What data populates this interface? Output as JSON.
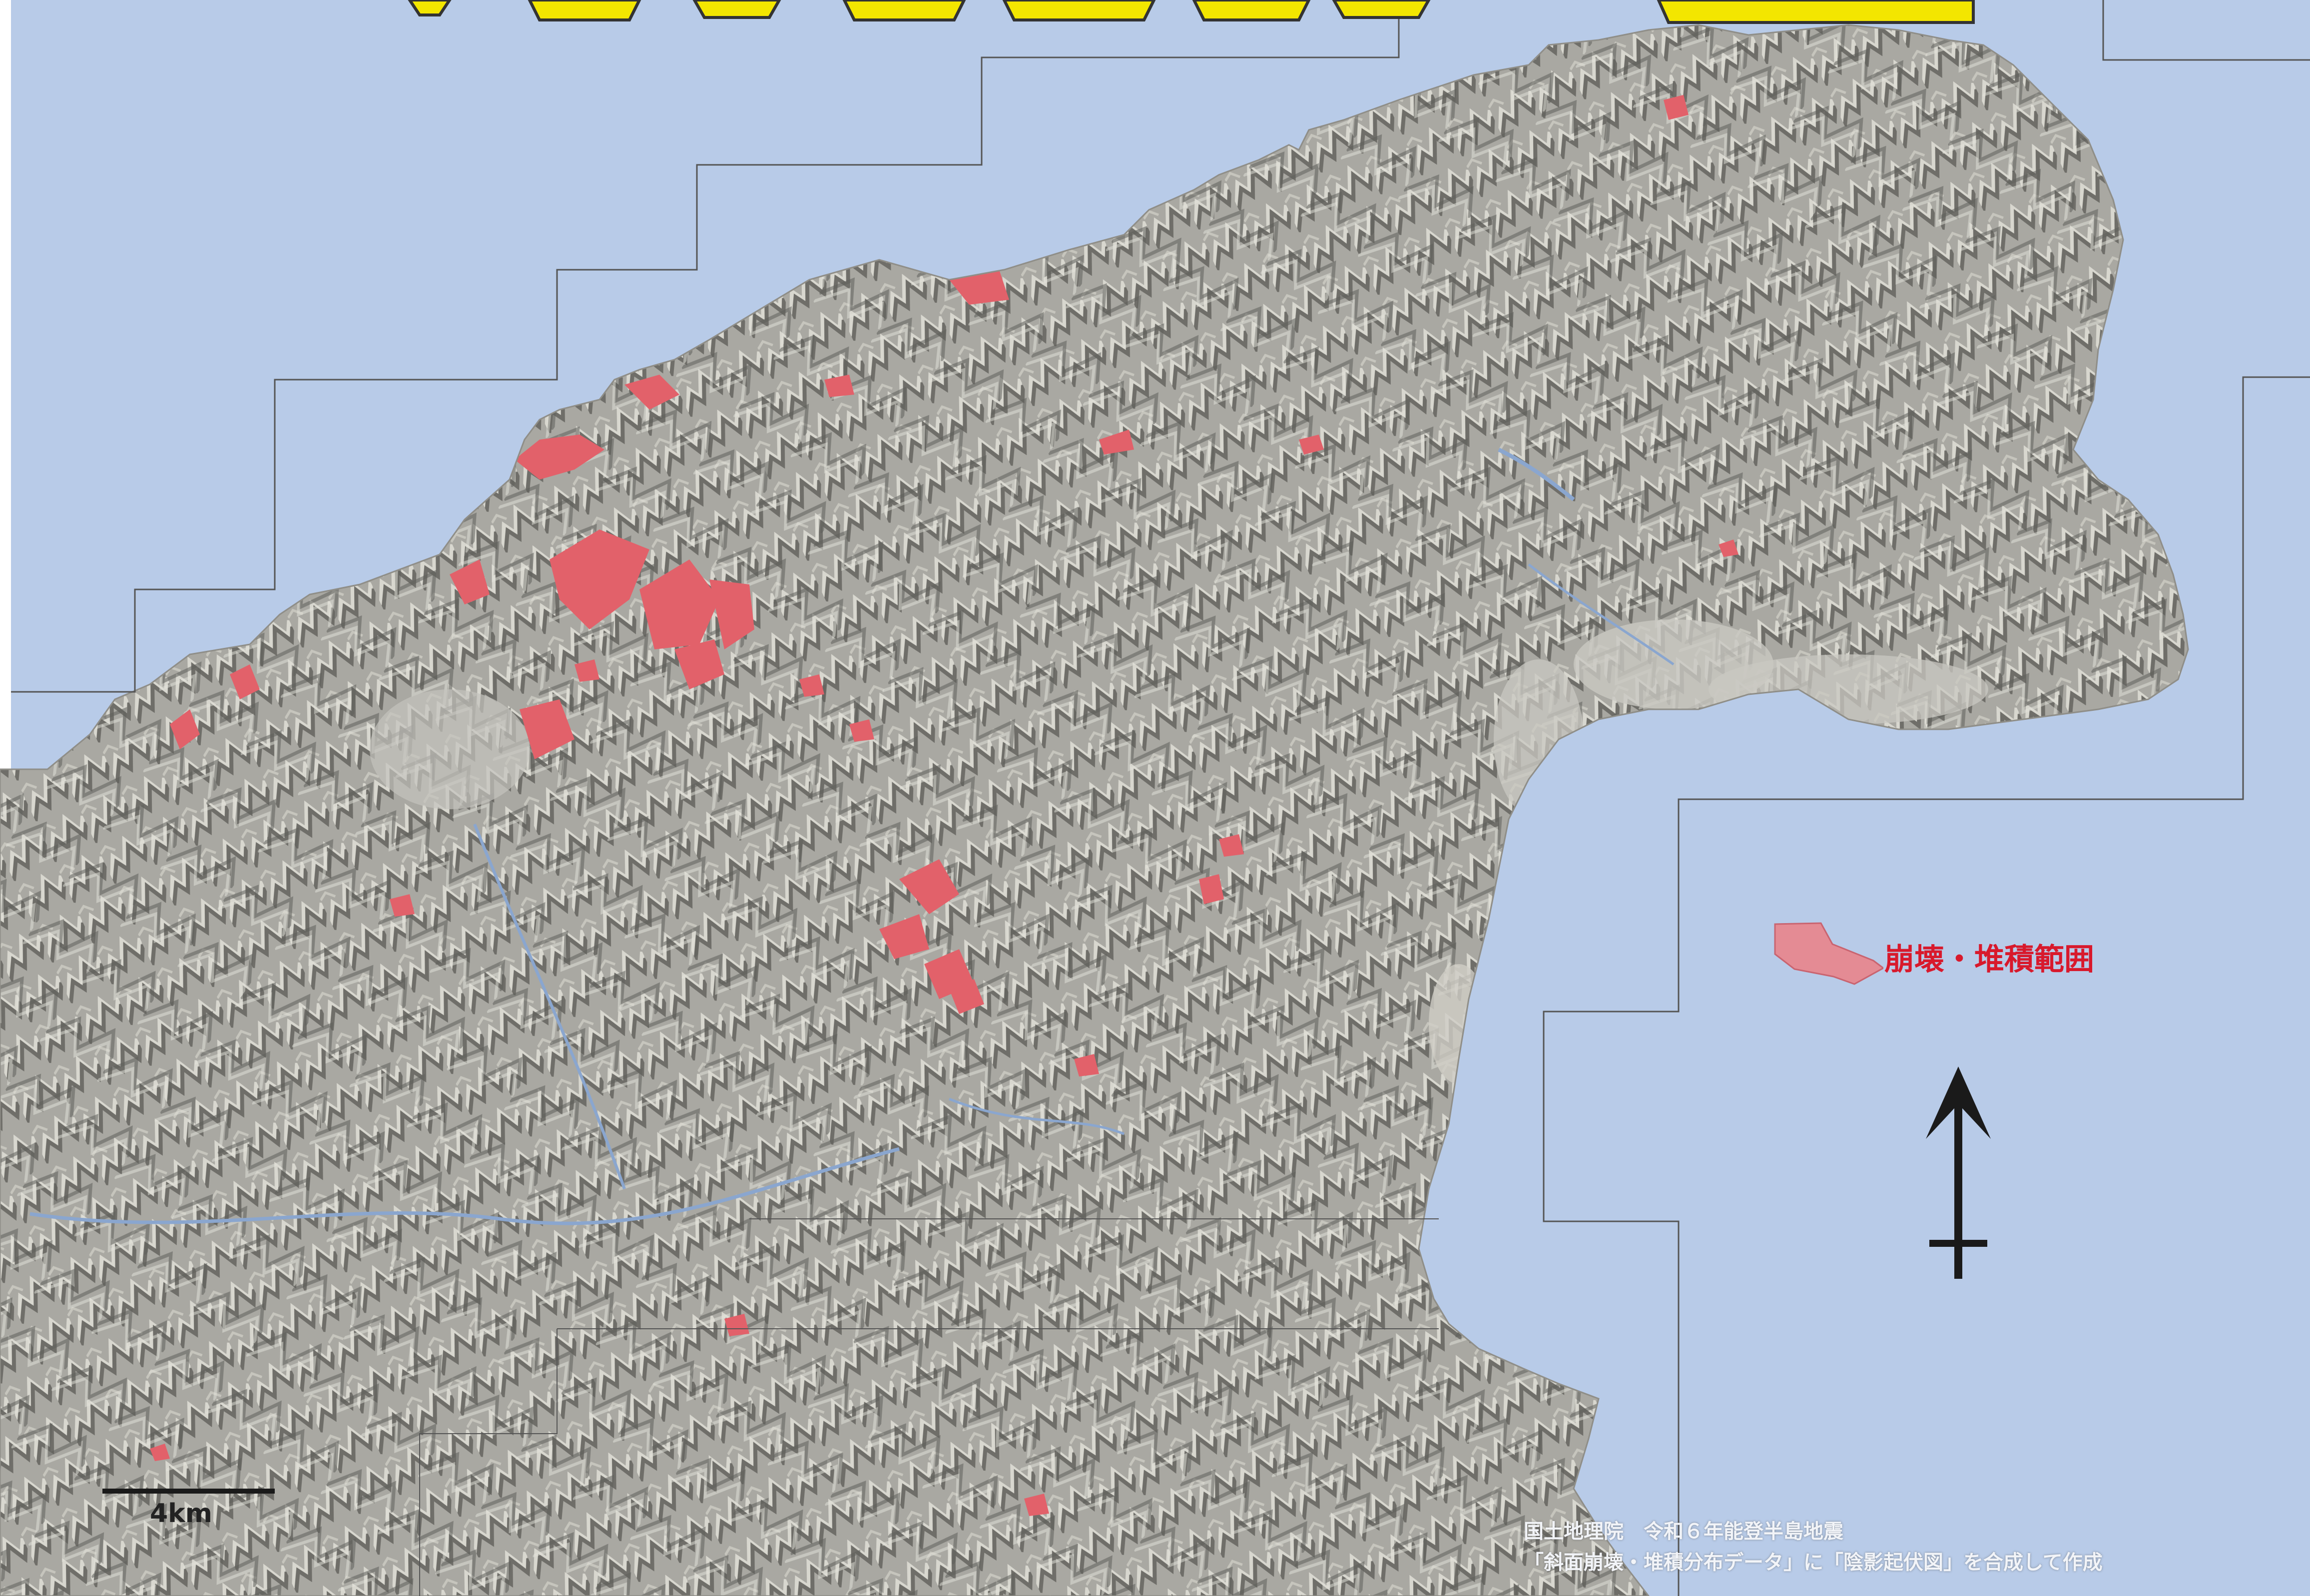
{
  "map": {
    "colors": {
      "sea": "#b8cbe8",
      "land": "#a9a8a2",
      "land_light": "#d8d7cf",
      "land_dark": "#6f6e69",
      "landslide": "#e2616a",
      "boundary": "#555555",
      "river": "#8aa6cf",
      "legend_text": "#d8192c",
      "title_yellow": "#f3e600"
    },
    "legend": {
      "label": "崩壊・堆積範囲",
      "swatch_color": "#e48b94"
    },
    "north_arrow": {
      "icon": "north-arrow-icon"
    },
    "scale_bar": {
      "label": "4km"
    },
    "credit": {
      "line1": "国土地理院　令和６年能登半島地震",
      "line2": "「斜面崩壊・堆積分布データ」に「陰影起伏図」を合成して作成"
    }
  }
}
